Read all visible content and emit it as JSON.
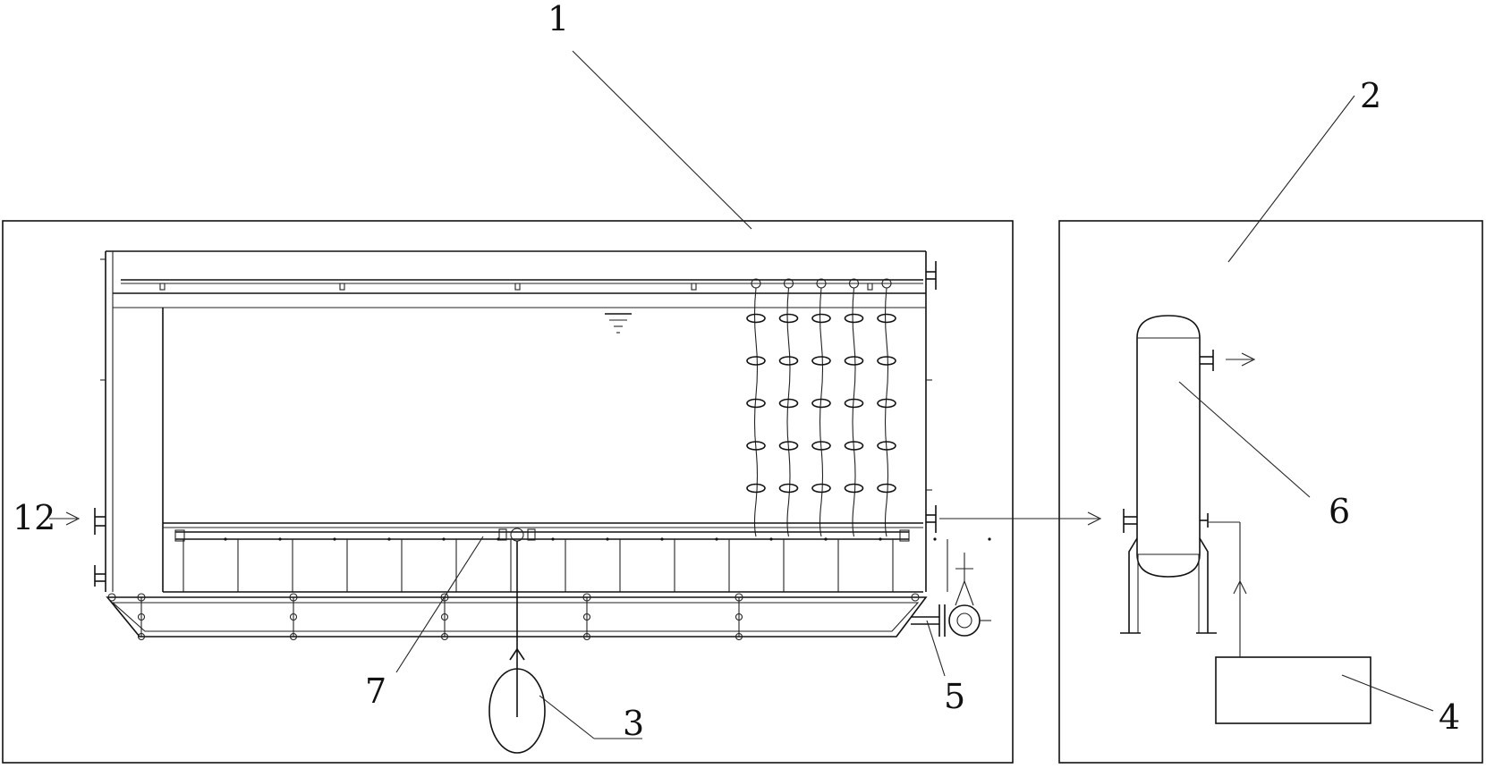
{
  "labels": {
    "l1": "1",
    "l2": "2",
    "l3": "3",
    "l4": "4",
    "l5": "5",
    "l6": "6",
    "l7": "7",
    "l12": "12"
  },
  "colors": {
    "line": "#111111",
    "background": "#ffffff"
  },
  "structure": {
    "hanging_columns": 5,
    "rings_per_column": 5,
    "support_rows": 4
  },
  "icons": [
    "flow-arrow-icon",
    "water-level-icon",
    "pump-icon"
  ]
}
